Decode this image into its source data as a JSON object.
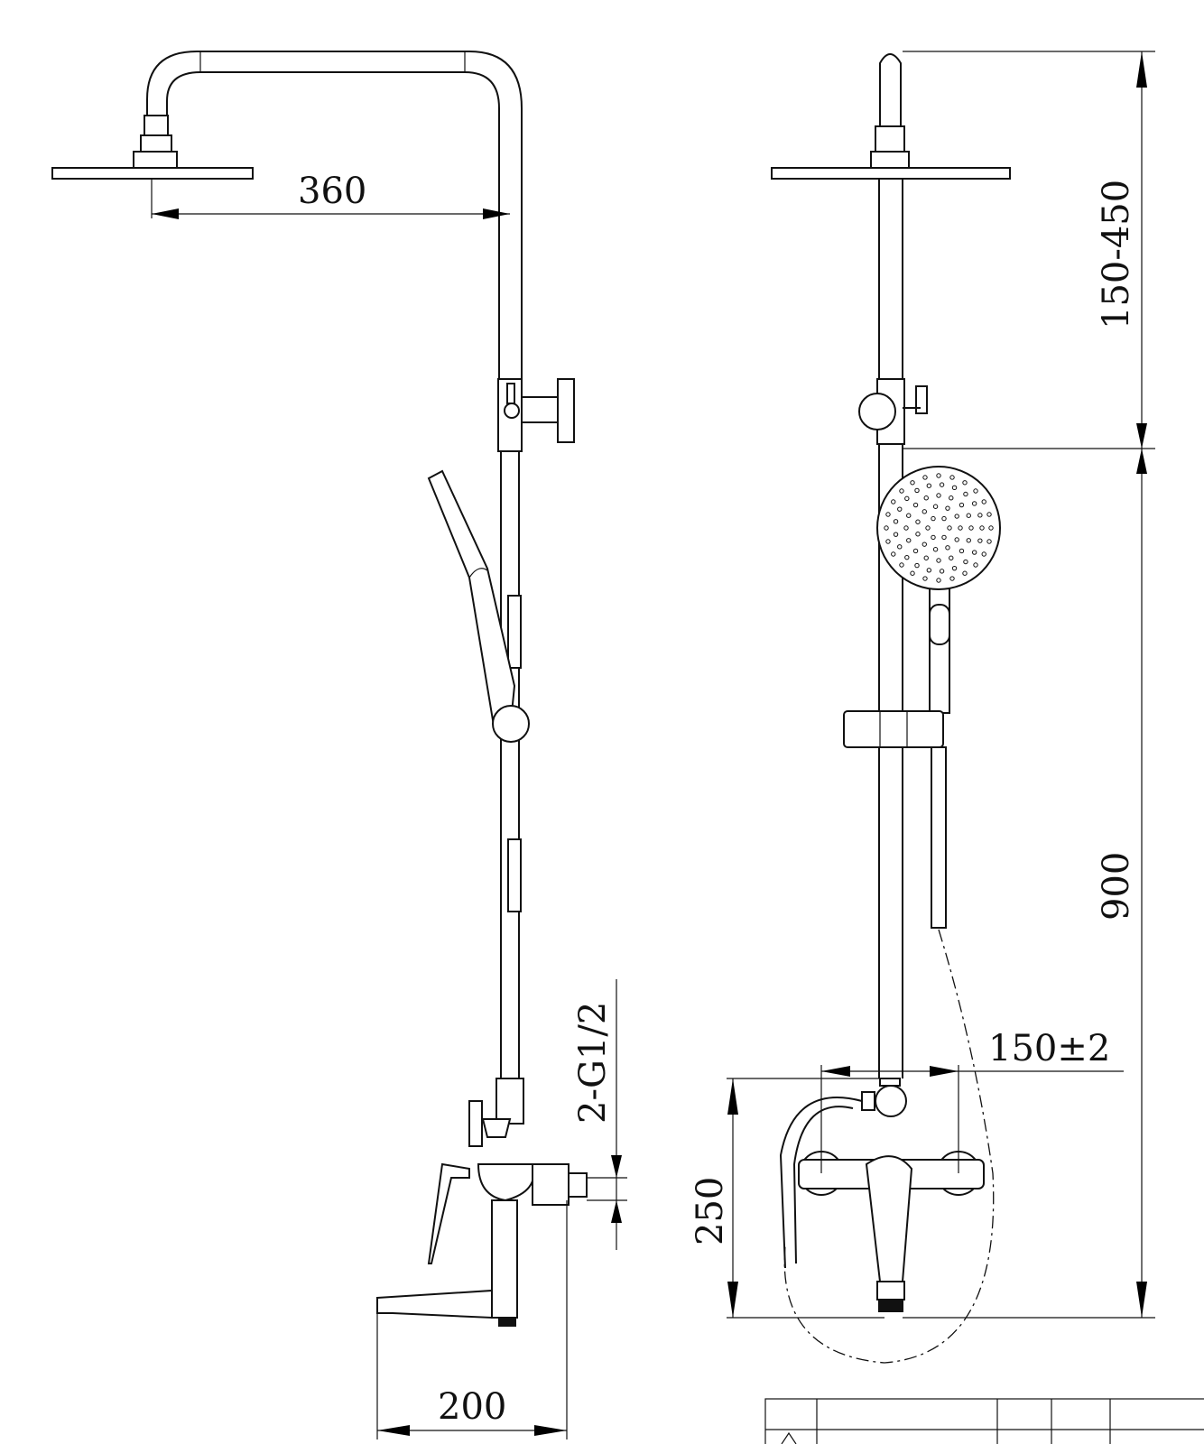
{
  "drawing": {
    "dimensions": {
      "head_reach": "360",
      "arm_height_range": "150-450",
      "rail_height": "900",
      "inlet_spacing": "150±2",
      "mixer_height": "250",
      "inlet_thread": "2-G1/2",
      "spout_reach": "200"
    },
    "title_block": {
      "revision_symbol": "⚠"
    }
  }
}
